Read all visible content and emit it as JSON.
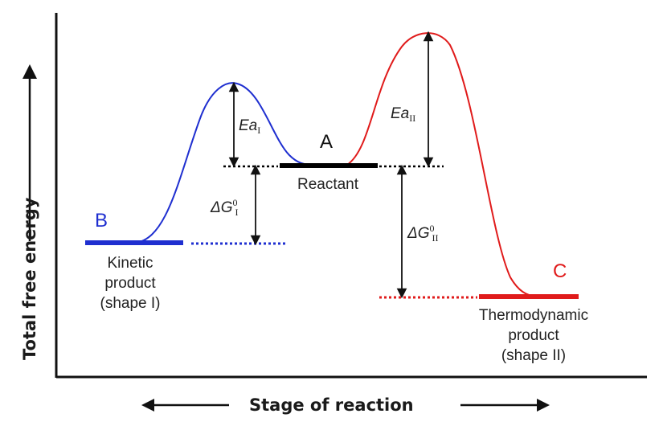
{
  "axes": {
    "y_label": "Total free energy",
    "x_label": "Stage of reaction"
  },
  "points": {
    "A": "A",
    "B": "B",
    "C": "C"
  },
  "states": {
    "reactant": "Reactant",
    "kinetic_line1": "Kinetic",
    "kinetic_line2": "product",
    "kinetic_line3": "(shape I)",
    "thermo_line1": "Thermodynamic",
    "thermo_line2": "product",
    "thermo_line3": "(shape II)"
  },
  "energies": {
    "ea_symbol": "Ea",
    "ea_I_sub": "I",
    "ea_II_sub": "II",
    "dg_symbol": "ΔG",
    "dg_sup": "0",
    "dg_I_sub": "I",
    "dg_II_sub": "II"
  },
  "colors": {
    "kinetic": "#1f2fd0",
    "thermo": "#e01b1b",
    "reactant": "#000000",
    "axis": "#111111"
  }
}
